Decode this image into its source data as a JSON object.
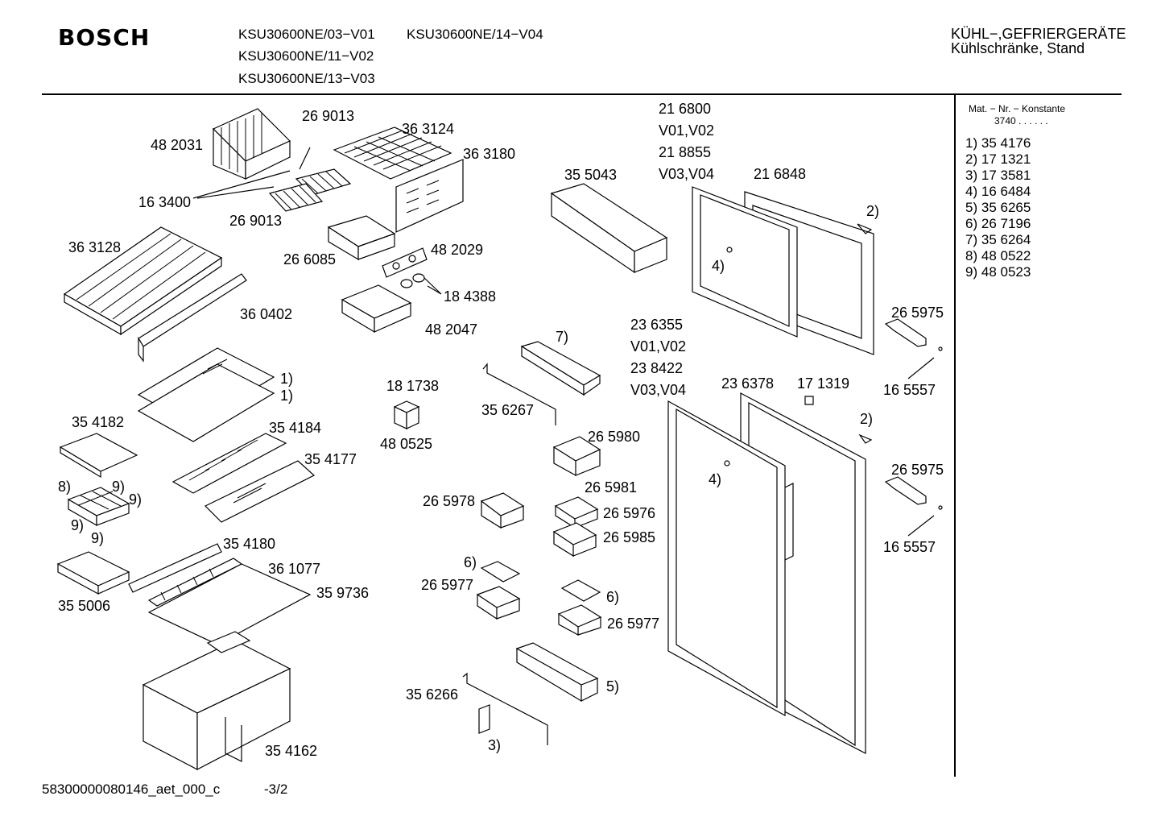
{
  "header": {
    "brand": "BOSCH",
    "models": [
      "KSU30600NE/03−V01",
      "KSU30600NE/14−V04",
      "KSU30600NE/11−V02",
      "KSU30600NE/13−V03"
    ],
    "category_title": "KÜHL−,GEFRIERGERÄTE",
    "category_subtitle": "Kühlschränke, Stand"
  },
  "sidebar": {
    "heading": "Mat. − Nr. − Konstante",
    "constant": "3740  .   .     .   .   .   .",
    "parts": [
      {
        "ref": "1)",
        "number": "35 4176"
      },
      {
        "ref": "2)",
        "number": "17 1321"
      },
      {
        "ref": "3)",
        "number": "17 3581"
      },
      {
        "ref": "4)",
        "number": "16 6484"
      },
      {
        "ref": "5)",
        "number": "35 6265"
      },
      {
        "ref": "6)",
        "number": "26 7196"
      },
      {
        "ref": "7)",
        "number": "35 6264"
      },
      {
        "ref": "8)",
        "number": "48 0522"
      },
      {
        "ref": "9)",
        "number": "48 0523"
      }
    ]
  },
  "labels": {
    "p482031": "48 2031",
    "p269013a": "26 9013",
    "p363124": "36 3124",
    "p363180": "36 3180",
    "p163400": "16 3400",
    "p269013b": "26 9013",
    "p363128": "36 3128",
    "p266085": "26 6085",
    "p482029": "48 2029",
    "p184388": "18 4388",
    "p360402": "36 0402",
    "p482047": "48 2047",
    "p355043": "35 5043",
    "p216800": "21 6800",
    "v0102a": "V01,V02",
    "p218855": "21 8855",
    "v0304a": "V03,V04",
    "p216848": "21 6848",
    "r2a": "2)",
    "r4a": "4)",
    "p265975a": "26 5975",
    "p165557a": "16 5557",
    "p236355": "23 6355",
    "v0102b": "V01,V02",
    "p238422": "23 8422",
    "v0304b": "V03,V04",
    "p236378": "23 6378",
    "p171319": "17 1319",
    "r2b": "2)",
    "r4b": "4)",
    "p265975b": "26 5975",
    "p165557b": "16 5557",
    "r7": "7)",
    "r1a": "1)",
    "r1b": "1)",
    "p181738": "18 1738",
    "p480525": "48 0525",
    "p356267": "35 6267",
    "p354182": "35 4182",
    "p354184": "35 4184",
    "p354177": "35 4177",
    "r8": "8)",
    "r9a": "9)",
    "r9b": "9)",
    "r9c": "9)",
    "r9d": "9)",
    "p265980": "26 5980",
    "p265981": "26 5981",
    "p265978": "26 5978",
    "p265976": "26 5976",
    "p265985": "26 5985",
    "p354180": "35 4180",
    "p361077": "36 1077",
    "r6a": "6)",
    "p265977a": "26 5977",
    "r6b": "6)",
    "p265977b": "26 5977",
    "p355006": "35 5006",
    "p359736": "35 9736",
    "r5": "5)",
    "p356266": "35 6266",
    "p354162": "35 4162",
    "r3": "3)"
  },
  "footer": {
    "code": "58300000080146_aet_000_c",
    "page": "-3/2"
  }
}
